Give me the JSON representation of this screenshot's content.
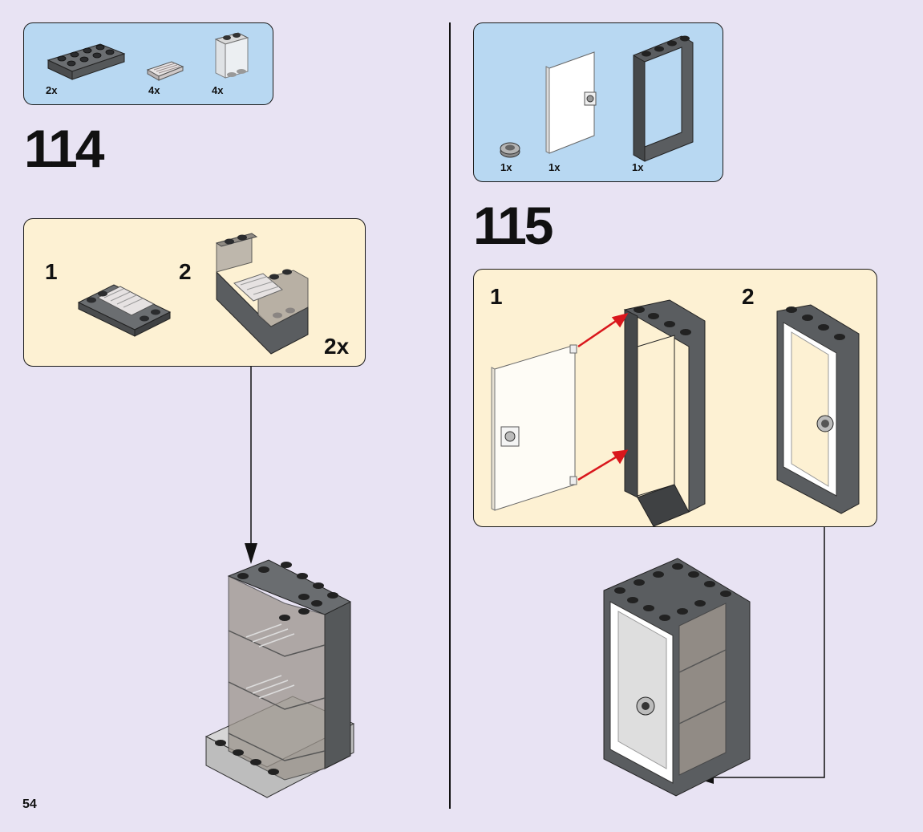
{
  "page_number": "54",
  "steps": [
    {
      "number": "114",
      "parts": [
        {
          "qty": "2x",
          "icon": "dark-gray-plate-2x4"
        },
        {
          "qty": "4x",
          "icon": "grille-tile-1x2"
        },
        {
          "qty": "4x",
          "icon": "trans-panel-1x2x2"
        }
      ],
      "substeps": [
        {
          "number": "1"
        },
        {
          "number": "2"
        }
      ],
      "multiplier": "2x"
    },
    {
      "number": "115",
      "parts": [
        {
          "qty": "1x",
          "icon": "round-tile-1x1"
        },
        {
          "qty": "1x",
          "icon": "trans-door-1x4x6"
        },
        {
          "qty": "1x",
          "icon": "dark-gray-door-frame-1x4x6"
        }
      ],
      "substeps": [
        {
          "number": "1"
        },
        {
          "number": "2"
        }
      ]
    }
  ],
  "colors": {
    "background": "#e8e3f3",
    "parts_box": "#b8d8f2",
    "substep_box": "#fdf1d3",
    "arrow_red": "#d9171c",
    "brick_dark_gray": "#5a5d60"
  }
}
